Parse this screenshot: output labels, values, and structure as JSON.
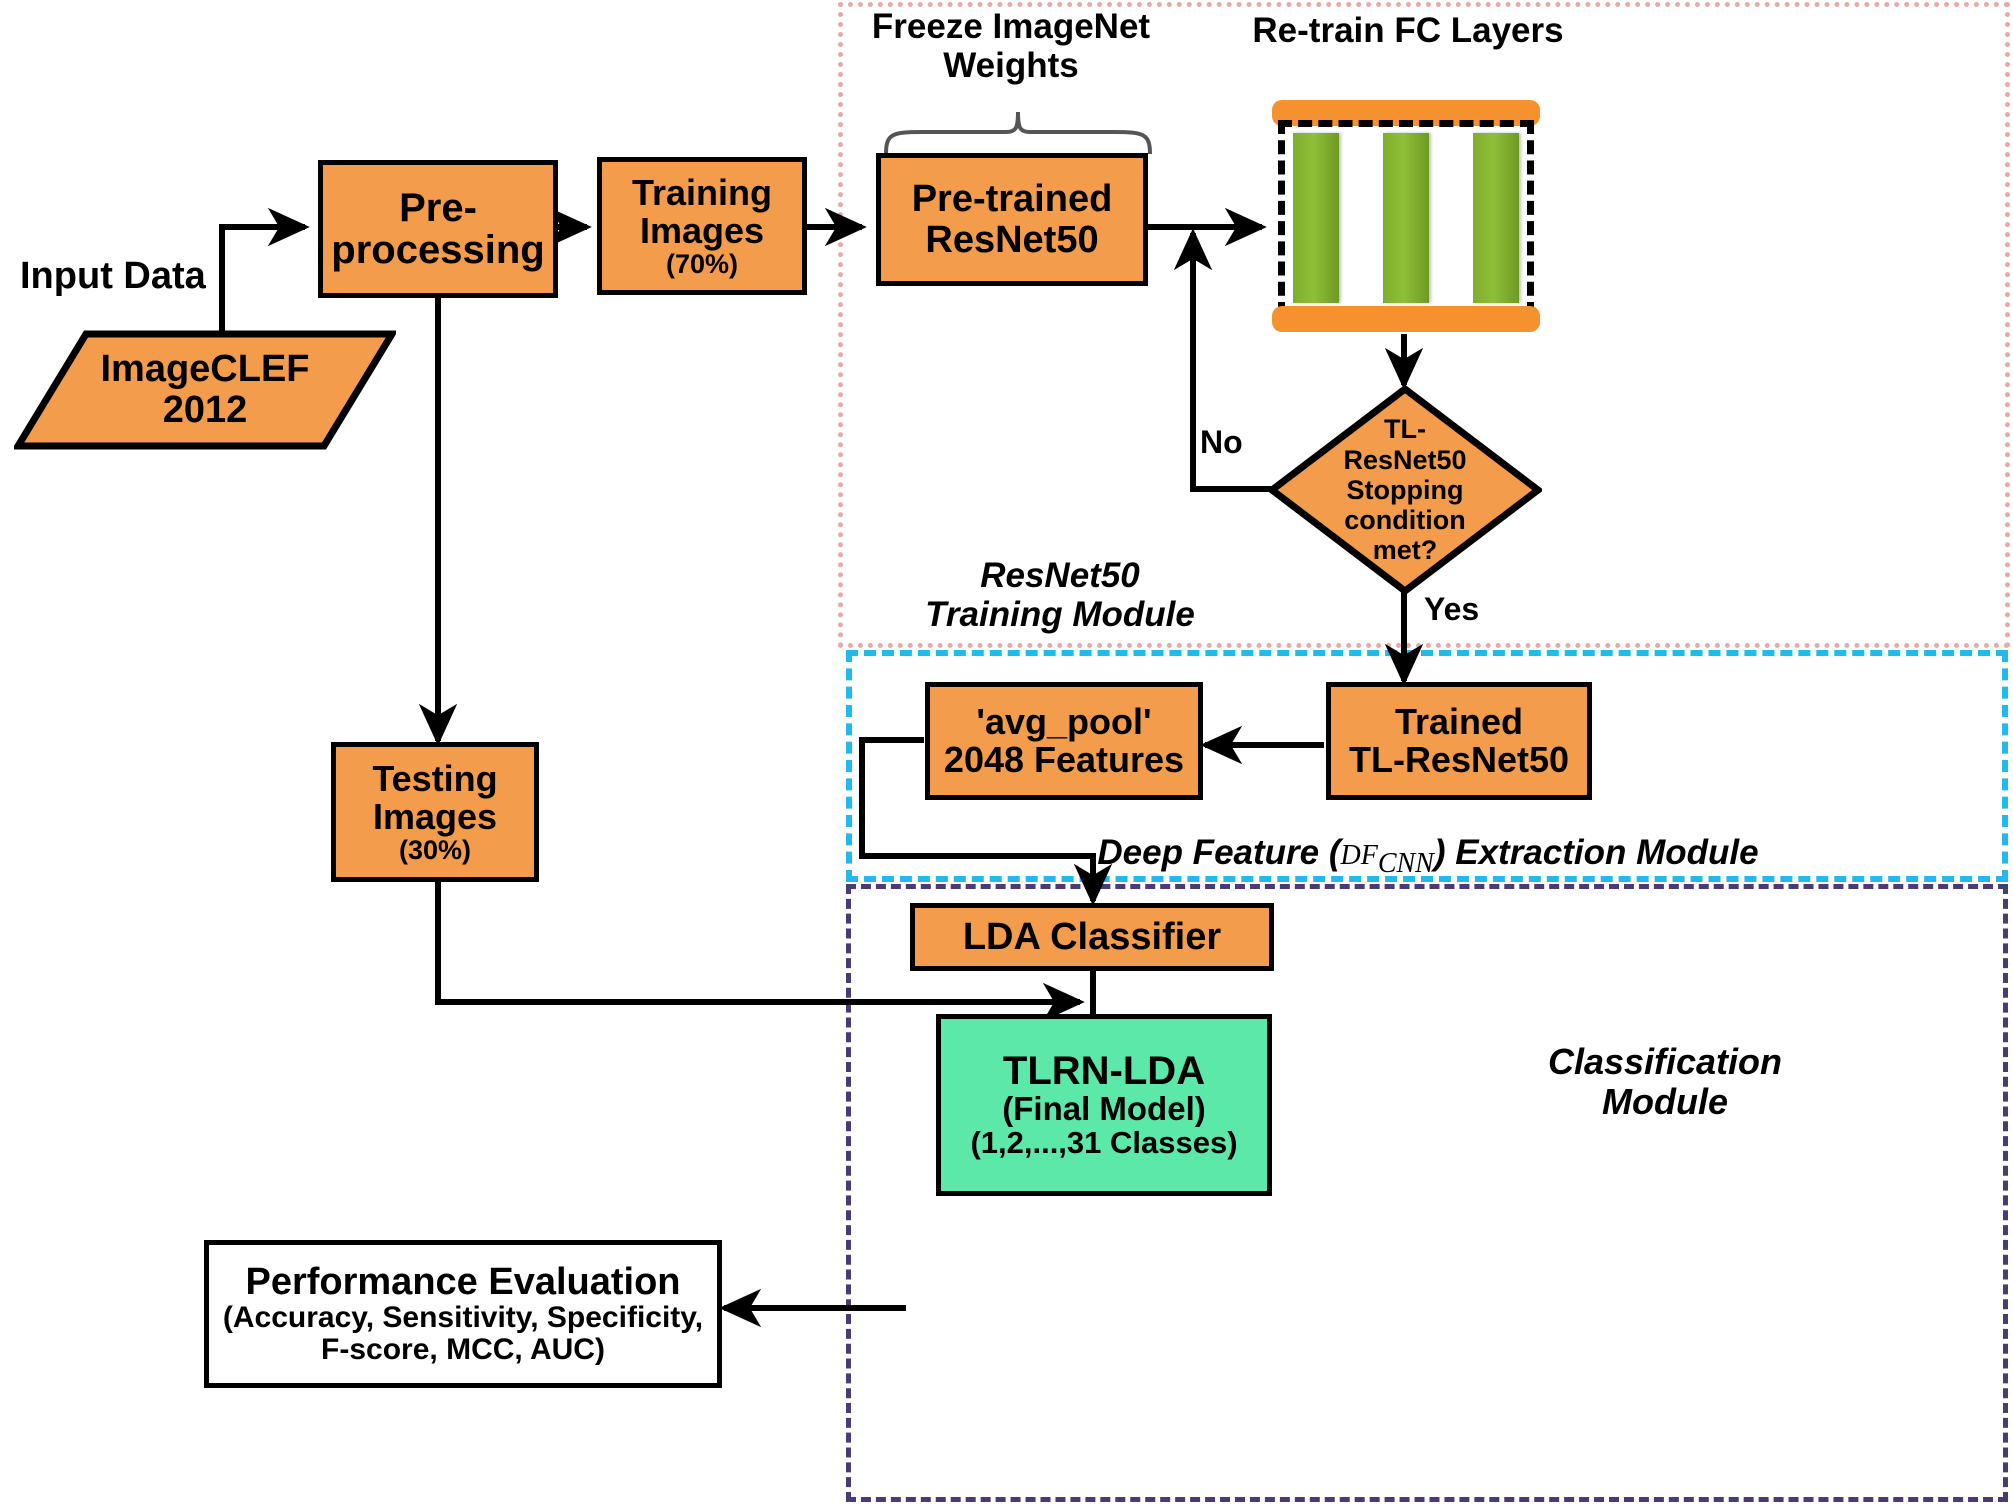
{
  "diagram": {
    "title": "TLRN-LDA transfer-learning pipeline flowchart",
    "colors": {
      "node_fill": "#F39C4B",
      "final_model_fill": "#5CE8A8",
      "fc_layer_fill": "#7FAE2B",
      "fc_brace_fill": "#F5912E",
      "resnet_module_border": "#E8A9A9",
      "deep_feature_module_border": "#22B8F0",
      "classification_module_border": "#4B3B73",
      "stroke": "#000000",
      "background": "#FFFFFF"
    }
  },
  "labels": {
    "input_data": "Input Data",
    "freeze_weights": "Freeze ImageNet\nWeights",
    "retrain_fc": "Re-train FC Layers",
    "no": "No",
    "yes": "Yes"
  },
  "modules": {
    "resnet_training": "ResNet50\nTraining Module",
    "deep_feature_prefix": "Deep Feature (",
    "deep_feature_symbol": "DF",
    "deep_feature_subscript": "CNN",
    "deep_feature_suffix": ") Extraction Module",
    "classification": "Classification\nModule"
  },
  "nodes": {
    "dataset": {
      "line1": "ImageCLEF",
      "line2": "2012"
    },
    "preprocessing": {
      "line1": "Pre-",
      "line2": "processing"
    },
    "training_images": {
      "line1": "Training",
      "line2": "Images",
      "line3": "(70%)"
    },
    "testing_images": {
      "line1": "Testing",
      "line2": "Images",
      "line3": "(30%)"
    },
    "pretrained_resnet": {
      "line1": "Pre-trained",
      "line2": "ResNet50"
    },
    "stopping_condition": {
      "line1": "TL-",
      "line2": "ResNet50",
      "line3": "Stopping",
      "line4": "condition",
      "line5": "met?"
    },
    "trained_tl_resnet": {
      "line1": "Trained",
      "line2": "TL-ResNet50"
    },
    "avg_pool": {
      "line1": "'avg_pool'",
      "line2": "2048 Features"
    },
    "lda_classifier": {
      "line1": "LDA Classifier"
    },
    "final_model": {
      "line1": "TLRN-LDA",
      "line2": "(Final Model)",
      "line3": "(1,2,...,31 Classes)"
    },
    "performance": {
      "line1": "Performance Evaluation",
      "line2": "(Accuracy, Sensitivity, Specificity,",
      "line3": "F-score, MCC, AUC)"
    }
  },
  "fc_layers": {
    "bar_count": 3
  }
}
